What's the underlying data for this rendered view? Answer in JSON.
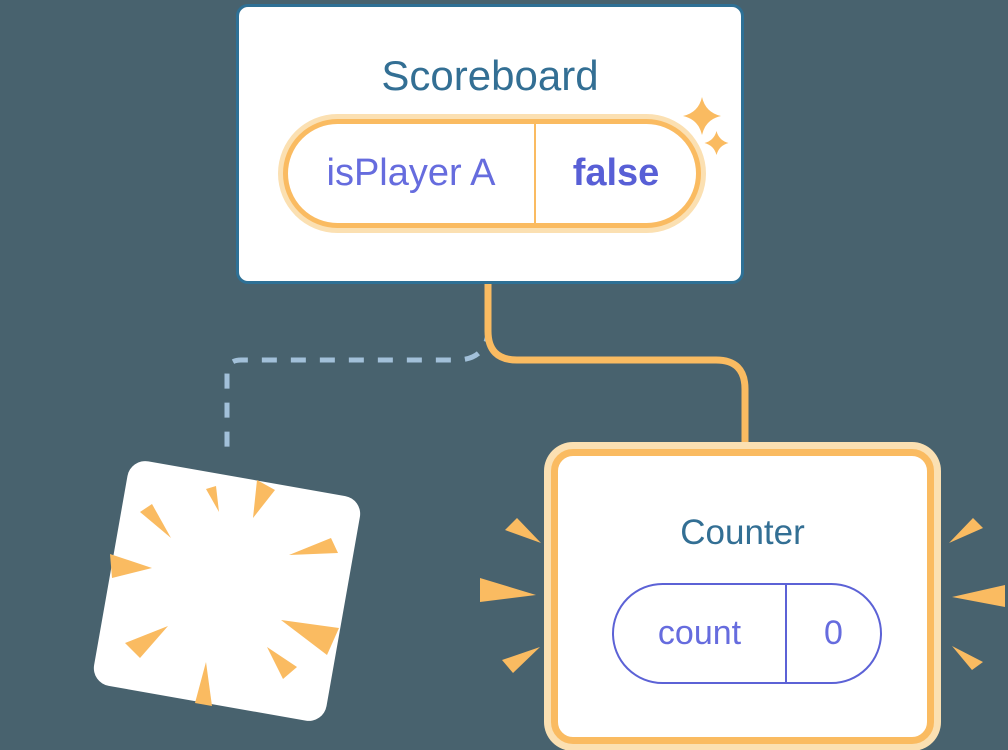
{
  "diagram": {
    "scoreboard": {
      "title": "Scoreboard",
      "state": {
        "name": "isPlayer A",
        "value": "false"
      }
    },
    "counter": {
      "title": "Counter",
      "state": {
        "name": "count",
        "value": "0"
      }
    }
  },
  "colors": {
    "background": "#48626E",
    "card_bg": "#FFFFFF",
    "card_border_teal": "#2E7095",
    "title_teal": "#336F94",
    "highlight_orange": "#FABB61",
    "highlight_orange_light": "#FBE0B2",
    "state_text_indigo": "#666CDE",
    "state_value_indigo": "#585FD6",
    "pill_border_indigo": "#5C62D6",
    "dashed_line_blue": "#A2C0D9"
  }
}
